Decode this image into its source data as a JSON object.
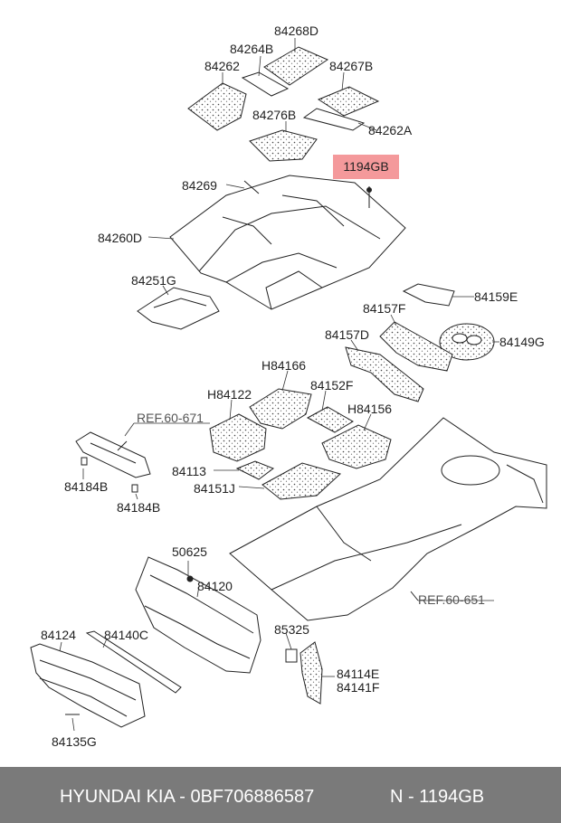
{
  "labels": {
    "p84268D": "84268D",
    "p84264B": "84264B",
    "p84262": "84262",
    "p84267B": "84267B",
    "p84276B": "84276B",
    "p84262A": "84262A",
    "p1194GB": "1194GB",
    "p84269": "84269",
    "p84260D": "84260D",
    "p84251G": "84251G",
    "p84159E": "84159E",
    "p84157F": "84157F",
    "p84149G": "84149G",
    "p84157D": "84157D",
    "pH84166": "H84166",
    "pH84122": "H84122",
    "p84152F": "84152F",
    "pH84156": "H84156",
    "ref60671": "REF.60-671",
    "p84184B_a": "84184B",
    "p84184B_b": "84184B",
    "p84113": "84113",
    "p84151J": "84151J",
    "p50625": "50625",
    "p84120": "84120",
    "ref60651": "REF.60-651",
    "p84124": "84124",
    "p84140C": "84140C",
    "p85325": "85325",
    "p84114E": "84114E",
    "p84141F": "84141F",
    "p84135G": "84135G"
  },
  "highlight": {
    "part": "1194GB",
    "color": "#f4999b"
  },
  "footer": {
    "brand_part": "HYUNDAI  KIA - 0BF706886587",
    "ref_part": "N - 1194GB"
  }
}
